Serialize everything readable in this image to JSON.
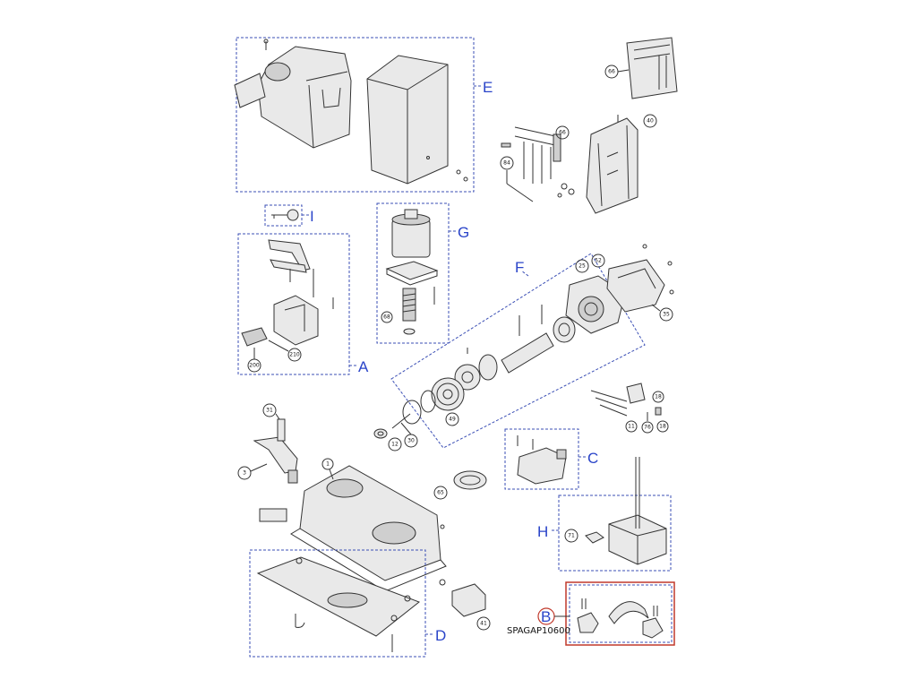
{
  "groups": {
    "E": {
      "letter": "E"
    },
    "I": {
      "letter": "I"
    },
    "G": {
      "letter": "G"
    },
    "A": {
      "letter": "A"
    },
    "F": {
      "letter": "F"
    },
    "C": {
      "letter": "C"
    },
    "H": {
      "letter": "H"
    },
    "D": {
      "letter": "D"
    },
    "B": {
      "letter": "B",
      "code": "SPAGAP10600",
      "highlight_color": "#c0392b"
    }
  },
  "callouts": {
    "c66a": "66",
    "c66b": "66",
    "c40": "40",
    "c84": "84",
    "c25": "25",
    "c52": "52",
    "c35": "35",
    "c68": "68",
    "c200": "200",
    "c210": "210",
    "c49": "49",
    "c30": "30",
    "c12": "12",
    "c18a": "18",
    "c11": "11",
    "c76": "76",
    "c18b": "18",
    "c31": "31",
    "c3": "3",
    "c1": "1",
    "c65": "65",
    "c71": "71",
    "c41": "41"
  },
  "colors": {
    "group_border": "#3b4fb5",
    "letter": "#2a44c9",
    "line_art": "#333333"
  }
}
